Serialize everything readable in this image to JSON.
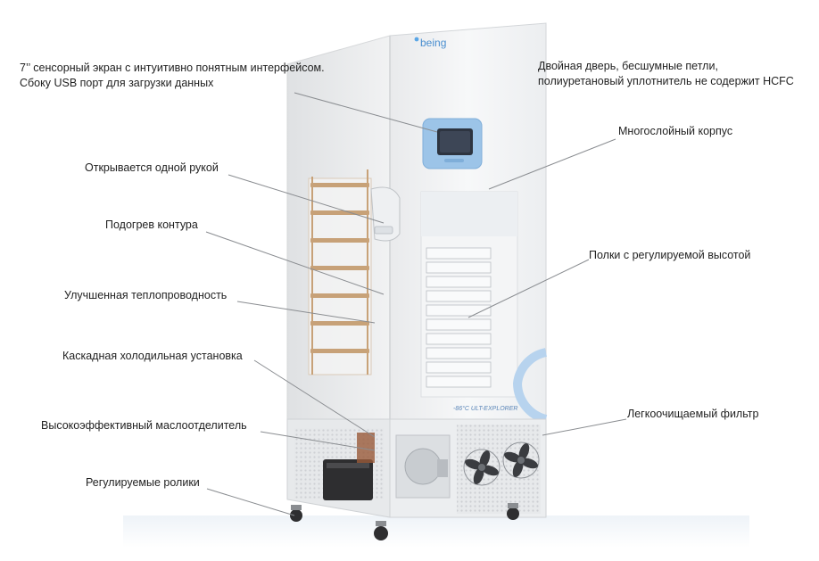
{
  "brand": {
    "logo_text": "being"
  },
  "freezer": {
    "model_text": "-86°C ULT-EXPLORER",
    "colors": {
      "body": "#f2f3f4",
      "panel": "#9cc4e8",
      "accent": "#8ab9e2",
      "rack": "#c49a6c"
    }
  },
  "callouts": [
    {
      "id": "touch-screen",
      "lines": [
        "7’’ сенсорный экран с интуитивно понятным интерфейсом.",
        "Сбоку USB порт для загрузки данных"
      ]
    },
    {
      "id": "one-hand",
      "lines": [
        "Открывается одной рукой"
      ]
    },
    {
      "id": "heating",
      "lines": [
        "Подогрев контура"
      ]
    },
    {
      "id": "conductivity",
      "lines": [
        "Улучшенная теплопроводность"
      ]
    },
    {
      "id": "cascade",
      "lines": [
        "Каскадная холодильная установка"
      ]
    },
    {
      "id": "oil-separator",
      "lines": [
        "Высокоэффективный маслоотделитель"
      ]
    },
    {
      "id": "casters",
      "lines": [
        "Регулируемые ролики"
      ]
    },
    {
      "id": "double-door",
      "lines": [
        "Двойная дверь, бесшумные петли,",
        "полиуретановый уплотнитель не содержит HCFC"
      ]
    },
    {
      "id": "multilayer",
      "lines": [
        "Многослойный корпус"
      ]
    },
    {
      "id": "shelves",
      "lines": [
        "Полки с регулируемой высотой"
      ]
    },
    {
      "id": "filter",
      "lines": [
        "Легкоочищаемый фильтр"
      ]
    }
  ]
}
